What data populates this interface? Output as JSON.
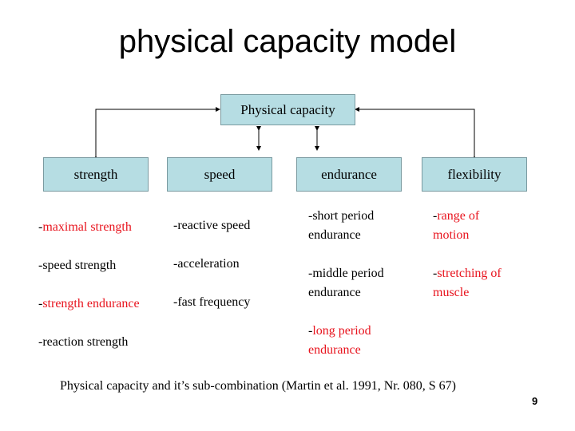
{
  "slide": {
    "title": "physical capacity model",
    "root": {
      "label": "Physical capacity"
    },
    "categories": [
      {
        "label": "strength"
      },
      {
        "label": "speed"
      },
      {
        "label": "endurance"
      },
      {
        "label": "flexibility"
      }
    ],
    "lists": {
      "strength": [
        {
          "prefix": "-",
          "text": "maximal strength",
          "color": "#e8141e"
        },
        {
          "prefix": "-",
          "text": "speed strength",
          "color": "#000000"
        },
        {
          "prefix": "-",
          "text": "strength endurance",
          "color": "#e8141e"
        },
        {
          "prefix": "-",
          "text": "reaction strength",
          "color": "#000000"
        }
      ],
      "speed": [
        {
          "prefix": "-",
          "text": "reactive speed",
          "color": "#000000"
        },
        {
          "prefix": "-",
          "text": "acceleration",
          "color": "#000000"
        },
        {
          "prefix": "-",
          "text": "fast frequency",
          "color": "#000000"
        }
      ],
      "endurance": [
        {
          "prefix": "-",
          "line1": "short period",
          "line2": "endurance",
          "color": "#000000"
        },
        {
          "prefix": "-",
          "line1": "middle period",
          "line2": "endurance",
          "color": "#000000"
        },
        {
          "prefix": "-",
          "line1": "long period",
          "line2": "endurance",
          "color": "#e8141e"
        }
      ],
      "flexibility": [
        {
          "prefix": "-",
          "line1": "range of",
          "line2": "motion",
          "color": "#e8141e"
        },
        {
          "prefix": "-",
          "line1": "stretching of",
          "line2": "muscle",
          "color": "#e8141e"
        }
      ]
    },
    "caption": "Physical capacity and it’s sub-combination (Martin et al. 1991, Nr. 080, S 67)",
    "page_number": "9",
    "colors": {
      "box_fill": "#b6dde3",
      "highlight": "#e8141e"
    }
  }
}
